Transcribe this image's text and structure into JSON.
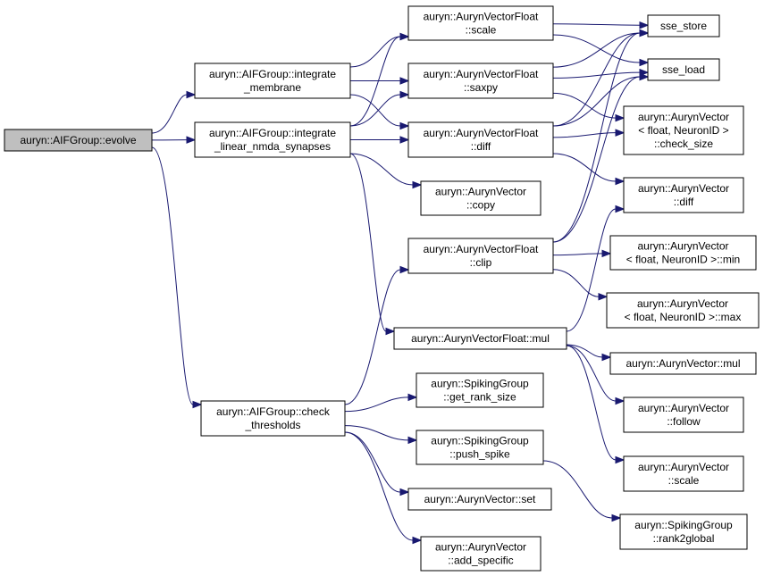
{
  "colors": {
    "edge": "#191970",
    "node_border": "#000000",
    "root_fill": "#bfbfbf",
    "node_fill": "#ffffff"
  },
  "nodes": {
    "evolve": {
      "label": [
        "auryn::AIFGroup::evolve"
      ]
    },
    "integrate_membrane": {
      "label": [
        "auryn::AIFGroup::integrate",
        "_membrane"
      ]
    },
    "integrate_nmda": {
      "label": [
        "auryn::AIFGroup::integrate",
        "_linear_nmda_synapses"
      ]
    },
    "check_thresholds": {
      "label": [
        "auryn::AIFGroup::check",
        "_thresholds"
      ]
    },
    "avf_scale": {
      "label": [
        "auryn::AurynVectorFloat",
        "::scale"
      ]
    },
    "avf_saxpy": {
      "label": [
        "auryn::AurynVectorFloat",
        "::saxpy"
      ]
    },
    "avf_diff": {
      "label": [
        "auryn::AurynVectorFloat",
        "::diff"
      ]
    },
    "av_copy": {
      "label": [
        "auryn::AurynVector",
        "::copy"
      ]
    },
    "avf_clip": {
      "label": [
        "auryn::AurynVectorFloat",
        "::clip"
      ]
    },
    "avf_mul": {
      "label": [
        "auryn::AurynVectorFloat::mul"
      ]
    },
    "sg_get_rank_size": {
      "label": [
        "auryn::SpikingGroup",
        "::get_rank_size"
      ]
    },
    "sg_push_spike": {
      "label": [
        "auryn::SpikingGroup",
        "::push_spike"
      ]
    },
    "av_set": {
      "label": [
        "auryn::AurynVector::set"
      ]
    },
    "av_add_specific": {
      "label": [
        "auryn::AurynVector",
        "::add_specific"
      ]
    },
    "sse_store": {
      "label": [
        "sse_store"
      ]
    },
    "sse_load": {
      "label": [
        "sse_load"
      ]
    },
    "av_check_size": {
      "label": [
        "auryn::AurynVector",
        "< float, NeuronID >",
        "::check_size"
      ]
    },
    "av_diff": {
      "label": [
        "auryn::AurynVector",
        "::diff"
      ]
    },
    "av_min": {
      "label": [
        "auryn::AurynVector",
        "< float, NeuronID >::min"
      ]
    },
    "av_max": {
      "label": [
        "auryn::AurynVector",
        "< float, NeuronID >::max"
      ]
    },
    "av_mul": {
      "label": [
        "auryn::AurynVector::mul"
      ]
    },
    "av_follow": {
      "label": [
        "auryn::AurynVector",
        "::follow"
      ]
    },
    "av_scale": {
      "label": [
        "auryn::AurynVector",
        "::scale"
      ]
    },
    "sg_rank2global": {
      "label": [
        "auryn::SpikingGroup",
        "::rank2global"
      ]
    }
  },
  "edges": [
    [
      "evolve",
      "integrate_membrane"
    ],
    [
      "evolve",
      "integrate_nmda"
    ],
    [
      "evolve",
      "check_thresholds"
    ],
    [
      "integrate_membrane",
      "avf_scale"
    ],
    [
      "integrate_membrane",
      "avf_saxpy"
    ],
    [
      "integrate_membrane",
      "avf_diff"
    ],
    [
      "integrate_nmda",
      "avf_scale"
    ],
    [
      "integrate_nmda",
      "avf_saxpy"
    ],
    [
      "integrate_nmda",
      "avf_diff"
    ],
    [
      "integrate_nmda",
      "av_copy"
    ],
    [
      "integrate_nmda",
      "avf_mul"
    ],
    [
      "check_thresholds",
      "avf_clip"
    ],
    [
      "check_thresholds",
      "sg_get_rank_size"
    ],
    [
      "check_thresholds",
      "sg_push_spike"
    ],
    [
      "check_thresholds",
      "av_set"
    ],
    [
      "check_thresholds",
      "av_add_specific"
    ],
    [
      "avf_scale",
      "sse_store"
    ],
    [
      "avf_scale",
      "sse_load"
    ],
    [
      "avf_saxpy",
      "sse_store"
    ],
    [
      "avf_saxpy",
      "sse_load"
    ],
    [
      "avf_saxpy",
      "av_check_size"
    ],
    [
      "avf_diff",
      "sse_store"
    ],
    [
      "avf_diff",
      "sse_load"
    ],
    [
      "avf_diff",
      "av_check_size"
    ],
    [
      "avf_diff",
      "av_diff"
    ],
    [
      "avf_clip",
      "sse_store"
    ],
    [
      "avf_clip",
      "sse_load"
    ],
    [
      "avf_clip",
      "av_min"
    ],
    [
      "avf_clip",
      "av_max"
    ],
    [
      "avf_mul",
      "av_diff"
    ],
    [
      "avf_mul",
      "av_mul"
    ],
    [
      "avf_mul",
      "av_follow"
    ],
    [
      "avf_mul",
      "av_scale"
    ],
    [
      "sg_push_spike",
      "sg_rank2global"
    ]
  ]
}
